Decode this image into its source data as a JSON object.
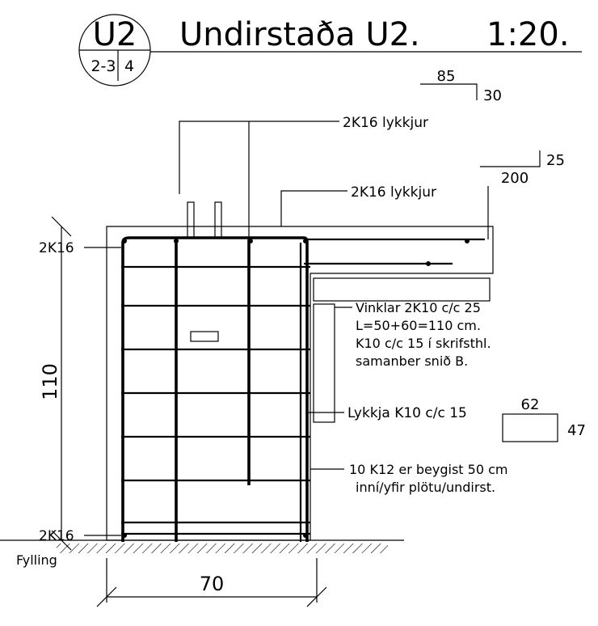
{
  "title": {
    "circle_top": "U2",
    "circle_bottom_left": "2-3",
    "circle_bottom_right": "4",
    "name": "Undirstaða U2.",
    "scale": "1:20."
  },
  "bar_shapes": {
    "top_small": {
      "length": "85",
      "leg": "30"
    },
    "mid_small": {
      "length": "200",
      "leg": "25"
    },
    "stirrup": {
      "width": "62",
      "height": "47"
    }
  },
  "labels": {
    "lykkjur_1": "2K16 lykkjur",
    "lykkjur_2": "2K16 lykkjur",
    "top_bar": "2K16",
    "bottom_bar": "2K16",
    "vinklar_1": "Vinklar 2K10 c/c 25",
    "vinklar_2": "L=50+60=110 cm.",
    "vinklar_3": "K10 c/c 15 í skrifsthl.",
    "vinklar_4": "samanber snið B.",
    "lykkja": "Lykkja K10 c/c 15",
    "k12_1": "10 K12 er beygist 50 cm",
    "k12_2": "inní/yfir plötu/undirst.",
    "fill": "Fylling"
  },
  "dimensions": {
    "height": "110",
    "width": "70"
  }
}
